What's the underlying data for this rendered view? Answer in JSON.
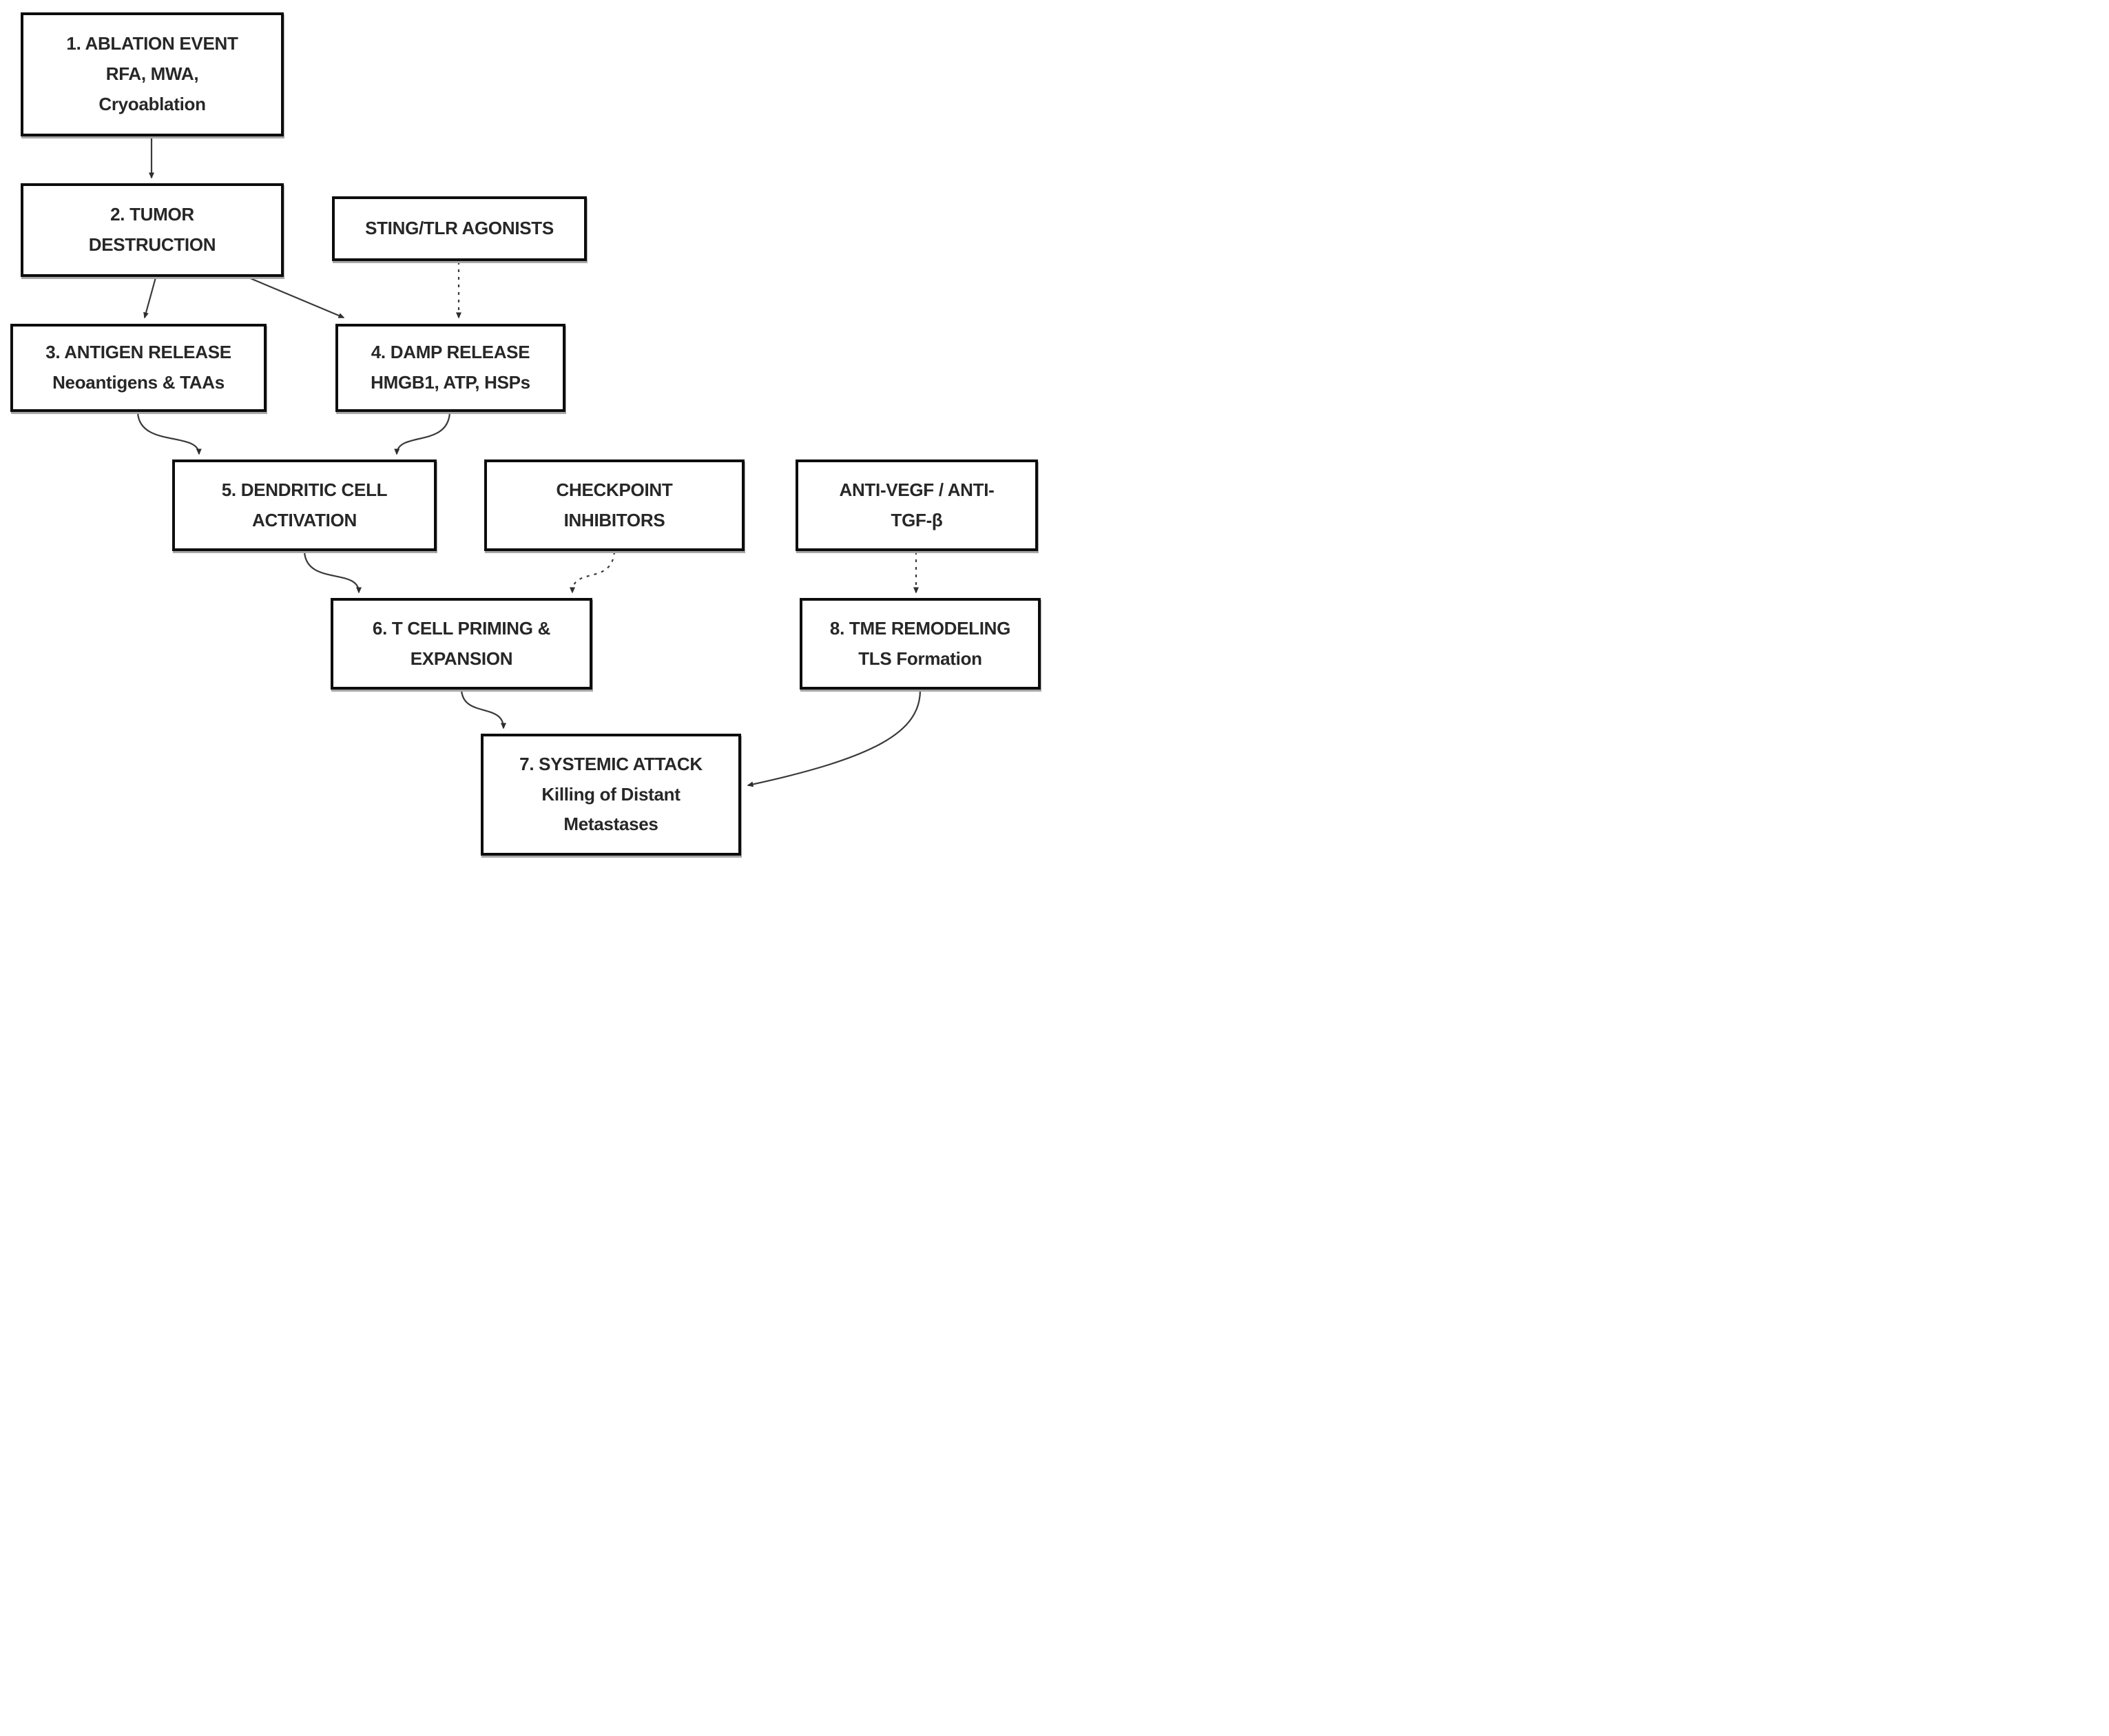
{
  "diagram": {
    "title": "Ablation-induced systemic anti-tumor immunity flowchart",
    "colors": {
      "background": "#ffffff",
      "box_fill": "#ffffff",
      "box_border": "#0d0d0d",
      "text": "#272727",
      "arrow": "#3a3a3a"
    },
    "nodes": {
      "ablation": {
        "lines": [
          "1. ABLATION EVENT",
          "RFA, MWA,",
          "Cryoablation"
        ]
      },
      "tumor": {
        "lines": [
          "2. TUMOR",
          "DESTRUCTION"
        ]
      },
      "sting": {
        "lines": [
          "STING/TLR AGONISTS"
        ]
      },
      "antigen": {
        "lines": [
          "3. ANTIGEN RELEASE",
          "Neoantigens & TAAs"
        ]
      },
      "damp": {
        "lines": [
          "4. DAMP RELEASE",
          "HMGB1, ATP, HSPs"
        ]
      },
      "dendritic": {
        "lines": [
          "5. DENDRITIC CELL",
          "ACTIVATION"
        ]
      },
      "checkpoint": {
        "lines": [
          "CHECKPOINT",
          "INHIBITORS"
        ]
      },
      "antivegf": {
        "lines": [
          "ANTI-VEGF / ANTI-",
          "TGF-β"
        ]
      },
      "tcell": {
        "lines": [
          "6. T CELL PRIMING &",
          "EXPANSION"
        ]
      },
      "tme": {
        "lines": [
          "8. TME REMODELING",
          "TLS Formation"
        ]
      },
      "systemic": {
        "lines": [
          "7. SYSTEMIC ATTACK",
          "Killing of Distant",
          "Metastases"
        ]
      }
    },
    "edges": [
      {
        "from": "1. ABLATION EVENT",
        "to": "2. TUMOR DESTRUCTION",
        "style": "solid"
      },
      {
        "from": "2. TUMOR DESTRUCTION",
        "to": "3. ANTIGEN RELEASE",
        "style": "solid"
      },
      {
        "from": "2. TUMOR DESTRUCTION",
        "to": "4. DAMP RELEASE",
        "style": "solid"
      },
      {
        "from": "STING/TLR AGONISTS",
        "to": "4. DAMP RELEASE",
        "style": "dotted"
      },
      {
        "from": "3. ANTIGEN RELEASE",
        "to": "5. DENDRITIC CELL ACTIVATION",
        "style": "solid"
      },
      {
        "from": "4. DAMP RELEASE",
        "to": "5. DENDRITIC CELL ACTIVATION",
        "style": "solid"
      },
      {
        "from": "5. DENDRITIC CELL ACTIVATION",
        "to": "6. T CELL PRIMING & EXPANSION",
        "style": "solid"
      },
      {
        "from": "CHECKPOINT INHIBITORS",
        "to": "6. T CELL PRIMING & EXPANSION",
        "style": "dotted"
      },
      {
        "from": "ANTI-VEGF / ANTI-TGF-β",
        "to": "8. TME REMODELING",
        "style": "dotted"
      },
      {
        "from": "6. T CELL PRIMING & EXPANSION",
        "to": "7. SYSTEMIC ATTACK",
        "style": "solid"
      },
      {
        "from": "8. TME REMODELING",
        "to": "7. SYSTEMIC ATTACK",
        "style": "solid"
      }
    ]
  }
}
